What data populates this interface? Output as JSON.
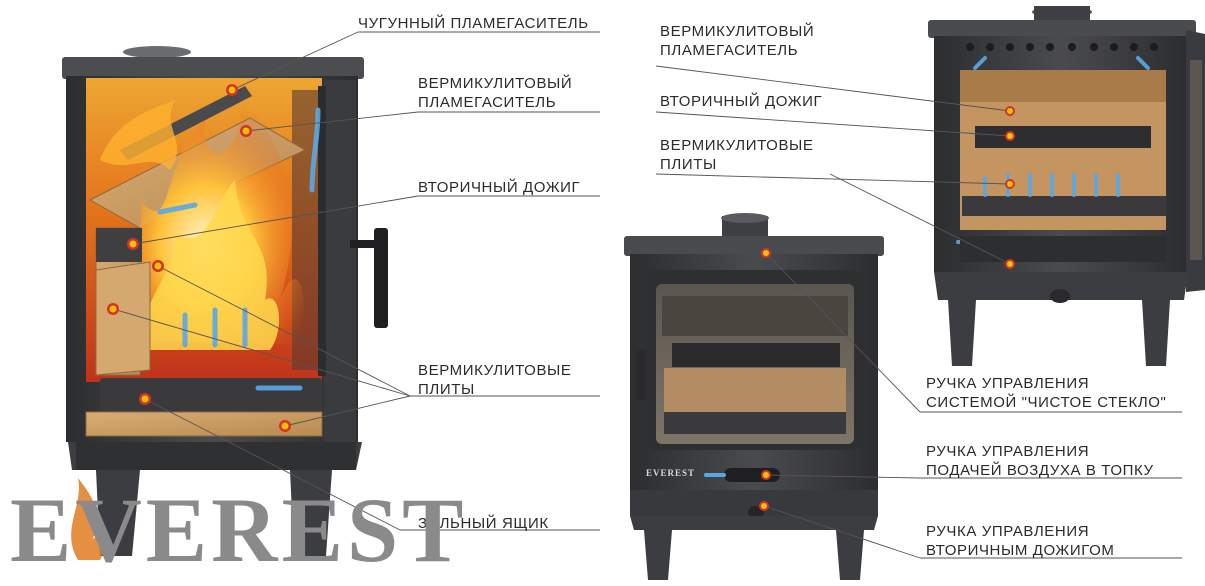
{
  "labels": {
    "cast_iron_baffle": "ЧУГУННЫЙ ПЛАМЕГАСИТЕЛЬ",
    "vermiculite_baffle_left": [
      "ВЕРМИКУЛИТОВЫЙ",
      "ПЛАМЕГАСИТЕЛЬ"
    ],
    "secondary_burn_left": "ВТОРИЧНЫЙ ДОЖИГ",
    "vermiculite_plates_left": [
      "ВЕРМИКУЛИТОВЫЕ",
      "ПЛИТЫ"
    ],
    "ash_box": "ЗОЛЬНЫЙ ЯЩИК",
    "vermiculite_baffle_right": [
      "ВЕРМИКУЛИТОВЫЙ",
      "ПЛАМЕГАСИТЕЛЬ"
    ],
    "secondary_burn_right": "ВТОРИЧНЫЙ ДОЖИГ",
    "vermiculite_plates_right": [
      "ВЕРМИКУЛИТОВЫЕ",
      "ПЛИТЫ"
    ],
    "clean_glass_handle": [
      "РУЧКА УПРАВЛЕНИЯ",
      "СИСТЕМОЙ \"ЧИСТОЕ СТЕКЛО\""
    ],
    "air_supply_handle": [
      "РУЧКА УПРАВЛЕНИЯ",
      "ПОДАЧЕЙ ВОЗДУХА В ТОПКУ"
    ],
    "secondary_burn_handle": [
      "РУЧКА УПРАВЛЕНИЯ",
      "ВТОРИЧНЫМ ДОЖИГОМ"
    ]
  },
  "brand": {
    "logo": "EVEREST",
    "stove_badge": "EVEREST"
  },
  "colors": {
    "marker": "#f2c200",
    "marker_ring": "#d4332b",
    "leader_line": "#555555",
    "stove_iron": "#3a3b3d",
    "vermiculite": "#c89a62",
    "flame": "#f28c1b",
    "airflow": "#5aa7e6"
  }
}
